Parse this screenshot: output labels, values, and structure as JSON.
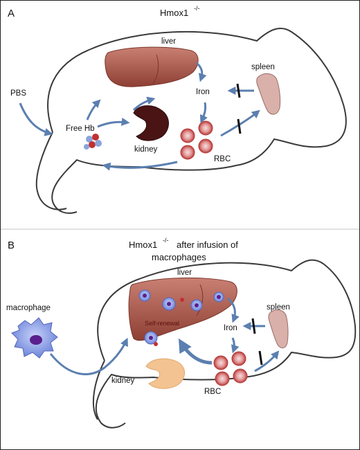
{
  "panel_a": {
    "letter": "A",
    "title": "Hmox1",
    "title_sup": "-/-",
    "labels": {
      "liver": "liver",
      "spleen": "spleen",
      "iron": "Iron",
      "pbs": "PBS",
      "free_hb": "Free Hb",
      "kidney": "kidney",
      "rbc": "RBC"
    }
  },
  "panel_b": {
    "letter": "B",
    "title_line1": "Hmox1",
    "title_sup": "-/-",
    "title_line1_rest": "after infusion of",
    "title_line2": "macrophages",
    "labels": {
      "liver": "liver",
      "self_renewal": "Self-renewal",
      "spleen": "spleen",
      "iron": "Iron",
      "macrophage": "macrophage",
      "kidney": "kidney",
      "rbc": "RBC"
    }
  },
  "colors": {
    "arrow": "#5b7fb0",
    "outline": "#3a3a3a",
    "liver": "#a8564a",
    "spleen": "#d9b0aa",
    "kidney_a": "#4a1414",
    "kidney_b": "#f3c391",
    "rbc": "#c94c4c",
    "macrophage": "#8a9fe6"
  }
}
